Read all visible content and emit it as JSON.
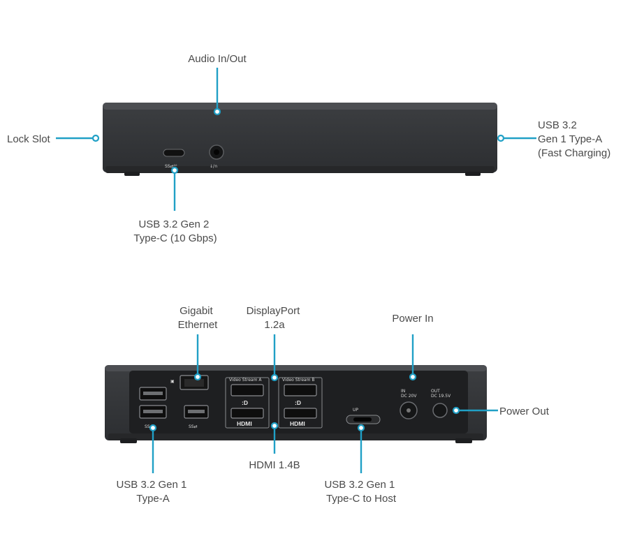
{
  "front_view": {
    "callouts": {
      "audio": "Audio In/Out",
      "lock_slot": "Lock Slot",
      "usb_a_fast": [
        "USB 3.2",
        "Gen 1 Type-A",
        "(Fast Charging)"
      ],
      "usb_c_gen2": [
        "USB 3.2 Gen 2",
        "Type-C (10 Gbps)"
      ]
    },
    "port_marks": {
      "usb_c": "SS⇄¹⁰",
      "audio": "↓/∩"
    }
  },
  "rear_view": {
    "callouts": {
      "ethernet": [
        "Gigabit",
        "Ethernet"
      ],
      "displayport": [
        "DisplayPort",
        "1.2a"
      ],
      "power_in": "Power In",
      "power_out": "Power Out",
      "hdmi": "HDMI 1.4B",
      "usb_a": [
        "USB 3.2 Gen 1",
        "Type-A"
      ],
      "usb_c_host": [
        "USB 3.2 Gen 1",
        "Type-C to Host"
      ]
    },
    "port_marks": {
      "video_stream_a": "Video Stream A",
      "video_stream_b": "Video Stream B",
      "hdmi_logo": "HDMI",
      "dp_logo": ":D",
      "ss_a": "SS⇄",
      "up": "UP",
      "in_label": [
        "IN",
        "DC 20V"
      ],
      "out_label": [
        "OUT",
        "DC 19.5V"
      ]
    }
  },
  "colors": {
    "accent": "#20a0c6",
    "device_body": "#37393c",
    "label_text": "#4a4a4a"
  }
}
